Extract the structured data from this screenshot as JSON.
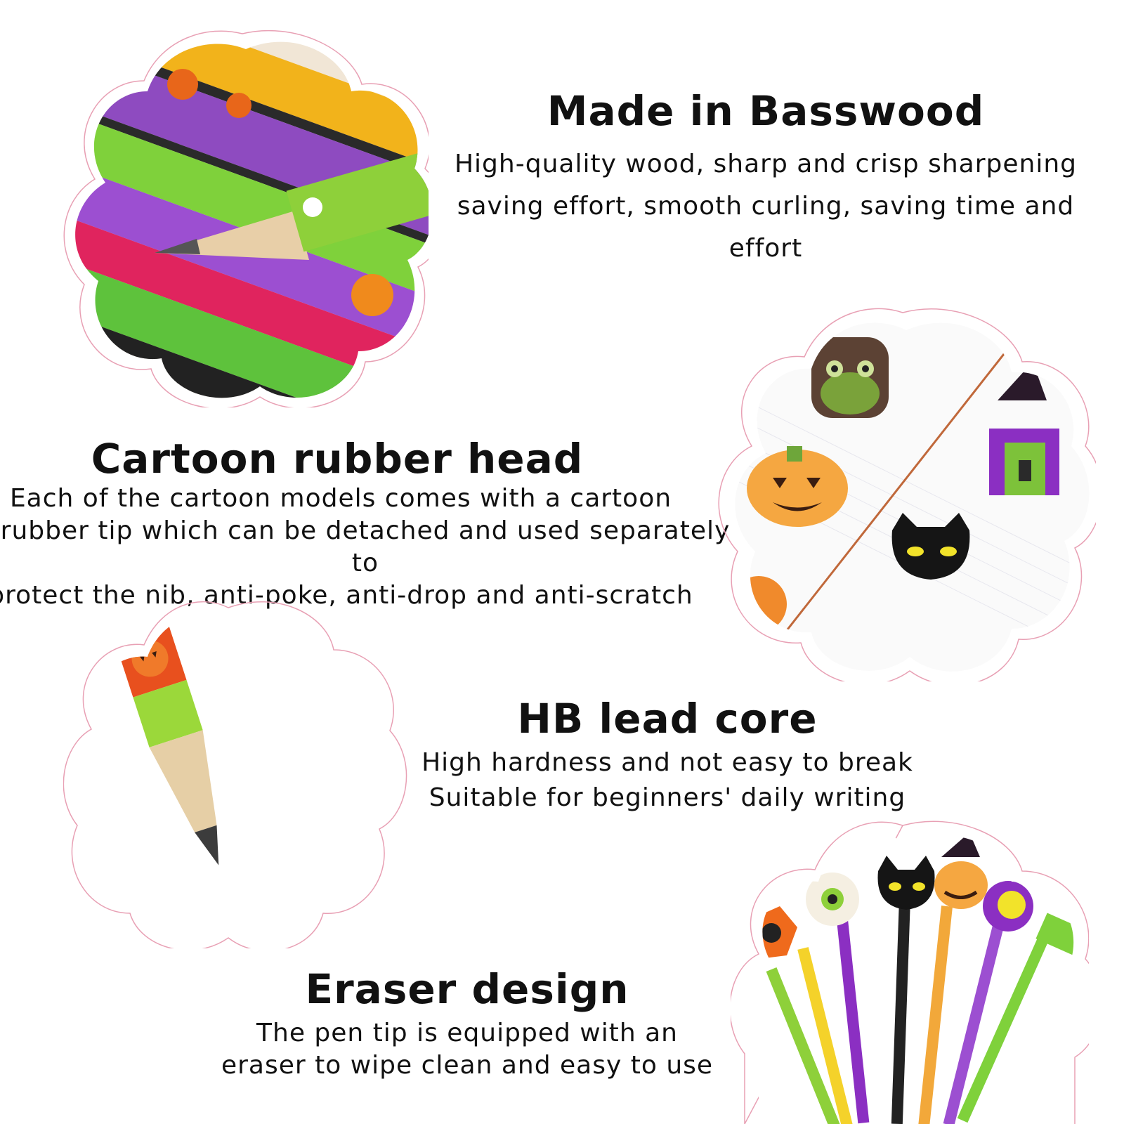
{
  "features": [
    {
      "title": "Made in Basswood",
      "lines": [
        "High-quality wood, sharp and crisp sharpening",
        "saving effort, smooth curling, saving time and effort"
      ]
    },
    {
      "title": "Cartoon rubber head",
      "lines": [
        "Each of the cartoon models comes with a cartoon",
        "rubber tip which can be detached and used separately to",
        "protect the nib, anti-poke, anti-drop and anti-scratch"
      ]
    },
    {
      "title": "HB lead core",
      "lines": [
        "High hardness and not easy to break",
        "Suitable for beginners' daily writing"
      ]
    },
    {
      "title": "Eraser design",
      "lines": [
        "The pen tip is equipped with an",
        "eraser to wipe clean and easy to use"
      ]
    }
  ],
  "colors": {
    "frame_outline": "#e8a0b4",
    "text": "#111111"
  }
}
